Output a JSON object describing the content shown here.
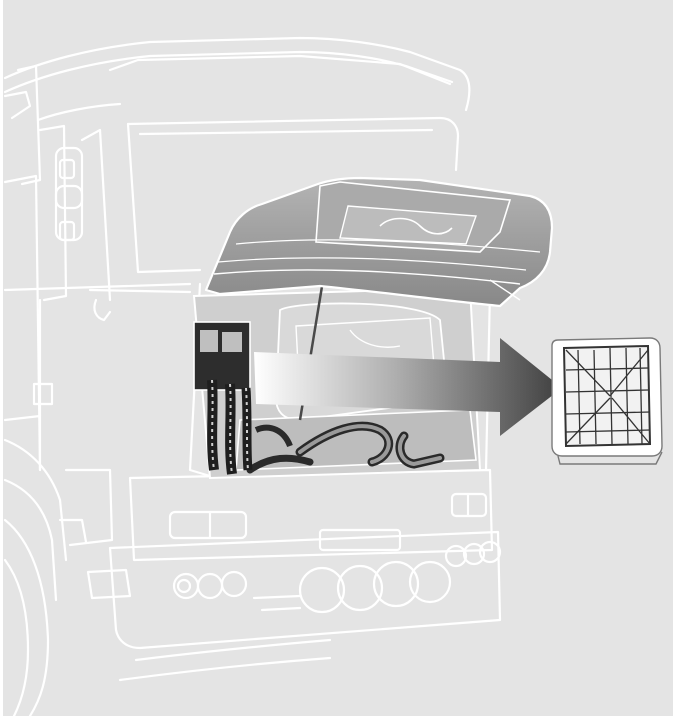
{
  "figure": {
    "subject": "truck-cab-front-hatch-open-air-filter-removal",
    "colors": {
      "background": "#e4e4e4",
      "outline": "#ffffff",
      "hatch_fill": "#9a9a9a",
      "arrow_dark": "#4a4a4a",
      "engine_dark": "#262626",
      "engine_mid": "#c8c8c8"
    },
    "icons": [
      "truck-cab",
      "front-hatch",
      "engine-compartment",
      "arrow-right",
      "air-filter"
    ]
  }
}
